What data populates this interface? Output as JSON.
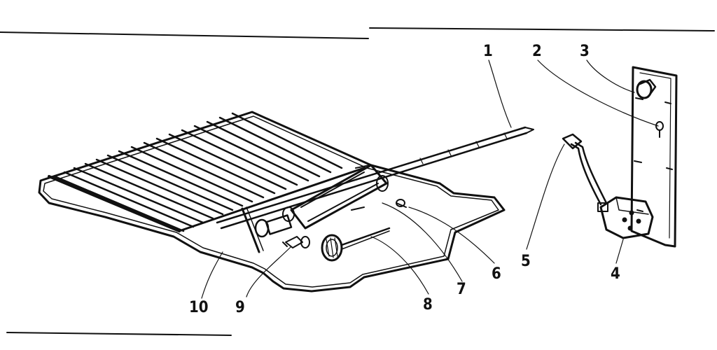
{
  "colors": {
    "ink": "#111111",
    "paper": "#ffffff"
  },
  "callouts": {
    "c1": "1",
    "c2": "2",
    "c3": "3",
    "c4": "4",
    "c5": "5",
    "c6": "6",
    "c7": "7",
    "c8": "8",
    "c9": "9",
    "c10": "10"
  }
}
